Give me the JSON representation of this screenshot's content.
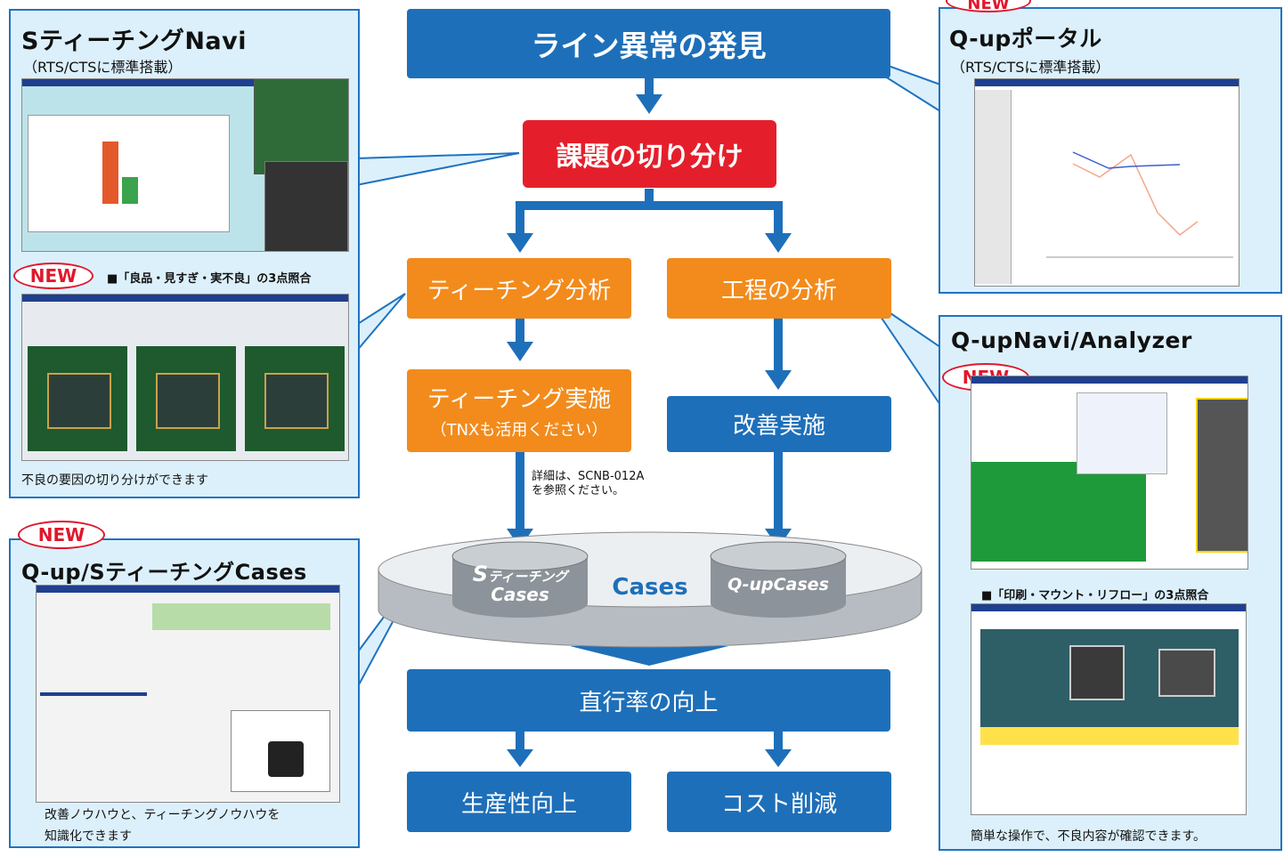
{
  "flow": {
    "line_anomaly": "ライン異常の発見",
    "issue_split": "課題の切り分け",
    "teaching_analysis": "ティーチング分析",
    "process_analysis": "工程の分析",
    "teaching_exec": "ティーチング実施",
    "teaching_exec_sub": "（TNXも活用ください）",
    "improvement_exec": "改善実施",
    "detail_note_line1": "詳細は、SCNB-012A",
    "detail_note_line2": "を参照ください。",
    "db_label": "Cases",
    "s_cases_line1": "ティーチング",
    "s_cases_s": "S",
    "s_cases_line2": "Cases",
    "qup_cases": "Q-upCases",
    "yield_up": "直行率の向上",
    "productivity": "生産性向上",
    "cost_cut": "コスト削減"
  },
  "panels": {
    "steaching_navi": {
      "title": "SティーチングNavi",
      "subtitle": "（RTS/CTSに標準搭載）",
      "new_badge": "NEW",
      "three_point": "■「良品・見すぎ・実不良」の3点照合",
      "caption": "不良の要因の切り分けができます"
    },
    "cases": {
      "new_badge": "NEW",
      "title": "Q-up/SティーチングCases",
      "caption_line1": "改善ノウハウと、ティーチングノウハウを",
      "caption_line2": "知識化できます"
    },
    "portal": {
      "new_badge": "NEW",
      "title": "Q-upポータル",
      "subtitle": "（RTS/CTSに標準搭載）"
    },
    "analyzer": {
      "title": "Q-upNavi/Analyzer",
      "new_badge": "NEW",
      "three_point": "■「印刷・マウント・リフロー」の3点照合",
      "caption": "簡単な操作で、不良内容が確認できます。"
    }
  },
  "colors": {
    "blue": "#1e6fb9",
    "orange": "#f28b1c",
    "red": "#e41f2b",
    "panel_bg": "#dcf0fb",
    "new_red": "#e0182d"
  }
}
